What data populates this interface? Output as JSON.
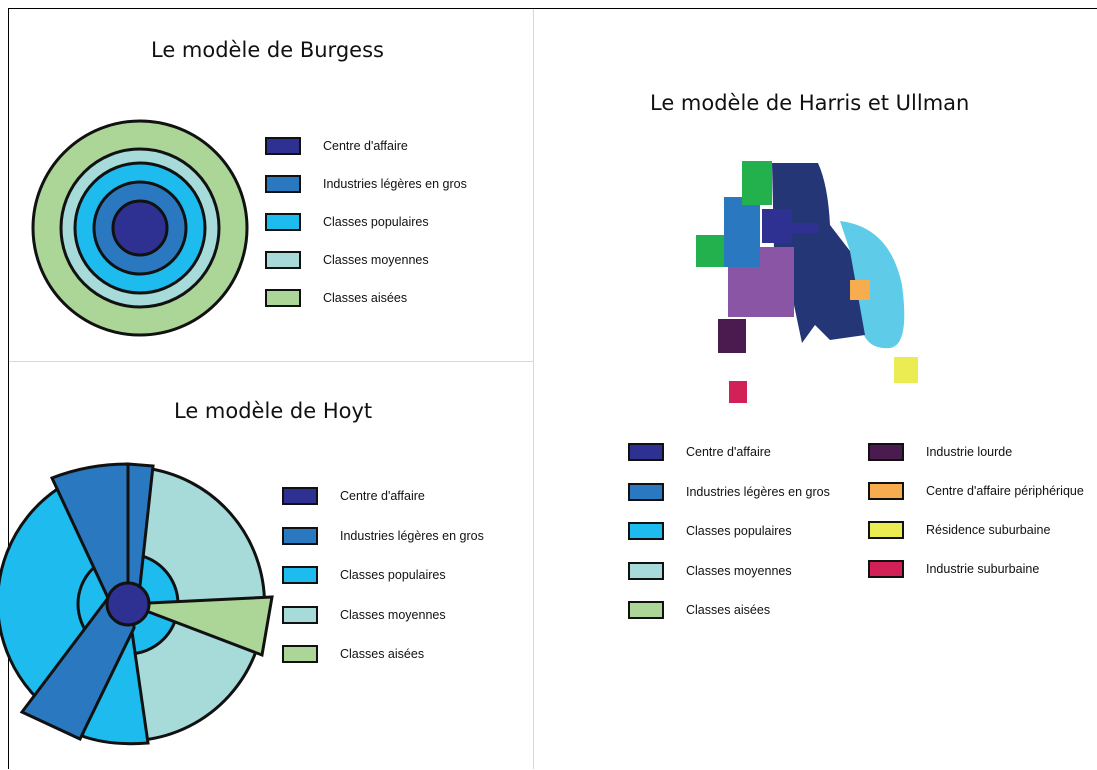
{
  "burgess": {
    "title": "Le modèle de Burgess",
    "legend": [
      {
        "label": "Centre d'affaire",
        "color": "#2e3192"
      },
      {
        "label": "Industries légères en gros",
        "color": "#2a78c0"
      },
      {
        "label": "Classes populaires",
        "color": "#1dbbee"
      },
      {
        "label": "Classes moyennes",
        "color": "#a7dbda"
      },
      {
        "label": "Classes aisées",
        "color": "#acd697"
      }
    ]
  },
  "hoyt": {
    "title": "Le modèle de Hoyt",
    "legend": [
      {
        "label": "Centre d'affaire",
        "color": "#2e3192"
      },
      {
        "label": "Industries légères en gros",
        "color": "#2a78c0"
      },
      {
        "label": "Classes populaires",
        "color": "#1dbbee"
      },
      {
        "label": "Classes moyennes",
        "color": "#a7dbda"
      },
      {
        "label": "Classes aisées",
        "color": "#acd697"
      }
    ]
  },
  "harris": {
    "title": "Le modèle de Harris et Ullman",
    "legend_left": [
      {
        "label": "Centre d'affaire",
        "color": "#2e3192"
      },
      {
        "label": "Industries légères en gros",
        "color": "#2a78c0"
      },
      {
        "label": "Classes populaires",
        "color": "#1dbbee"
      },
      {
        "label": "Classes moyennes",
        "color": "#a7dbda"
      },
      {
        "label": "Classes aisées",
        "color": "#acd697"
      }
    ],
    "legend_right": [
      {
        "label": "Industrie lourde",
        "color": "#4b1a4f"
      },
      {
        "label": "Centre d'affaire périphérique",
        "color": "#f7ad4d"
      },
      {
        "label": "Résidence suburbaine",
        "color": "#ebeb52"
      },
      {
        "label": "Industrie suburbaine",
        "color": "#d12157"
      }
    ]
  }
}
